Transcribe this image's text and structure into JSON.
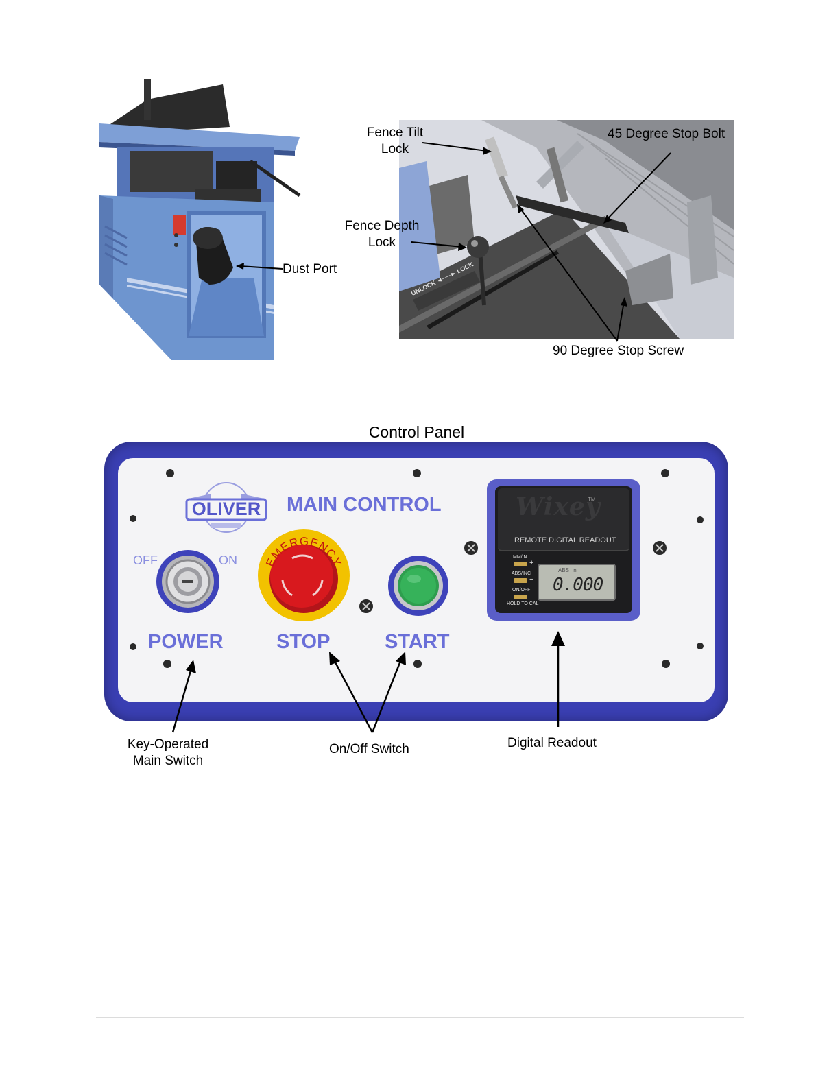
{
  "figure1": {
    "callouts": {
      "dust_port": "Dust Port"
    }
  },
  "figure2": {
    "callouts": {
      "fence_tilt_lock_line1": "Fence Tilt",
      "fence_tilt_lock_line2": "Lock",
      "stop_bolt_45": "45 Degree Stop Bolt",
      "fence_depth_lock_line1": "Fence Depth",
      "fence_depth_lock_line2": "Lock",
      "stop_screw_90": "90 Degree Stop Screw"
    },
    "photo_text": {
      "unlock_lock": "UNLOCK ◄──► LOCK"
    }
  },
  "control_panel": {
    "heading": "Control Panel",
    "panel": {
      "brand_logo": "OLIVER",
      "title": "MAIN CONTROL",
      "key_switch": {
        "off_label": "OFF",
        "on_label": "ON"
      },
      "emergency_label": "EMERGENCY",
      "power_label": "POWER",
      "stop_label": "STOP",
      "start_label": "START",
      "readout": {
        "brand": "Wixey",
        "trademark": "TM",
        "subtitle": "REMOTE DIGITAL READOUT",
        "buttons": [
          "MM/IN",
          "ABS/INC",
          "ON/OFF"
        ],
        "button_symbols": [
          "+",
          "−"
        ],
        "hold_to_cal": "HOLD TO CAL",
        "lcd_mode": "ABS  in",
        "lcd_value": "0.000"
      }
    },
    "callouts": {
      "key_switch_line1": "Key-Operated",
      "key_switch_line2": "Main Switch",
      "onoff_switch": "On/Off Switch",
      "digital_readout": "Digital Readout"
    },
    "colors": {
      "panel_blue": "#3a3fb3",
      "panel_face": "#f4f4f6",
      "label_blue": "#6a6fd8",
      "stop_red": "#d8191e",
      "emergency_yellow": "#f2c200",
      "start_green": "#2e9e4e",
      "machine_blue": "#6e95cf"
    }
  }
}
